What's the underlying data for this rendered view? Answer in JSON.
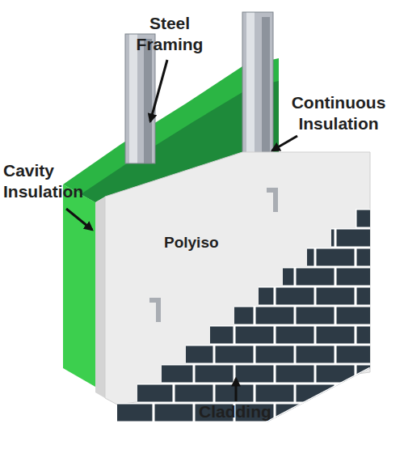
{
  "diagram": {
    "labels": [
      "Steel Framing",
      "Continuous Insulation",
      "Cavity Insulation",
      "Polyiso",
      "Cladding"
    ]
  }
}
